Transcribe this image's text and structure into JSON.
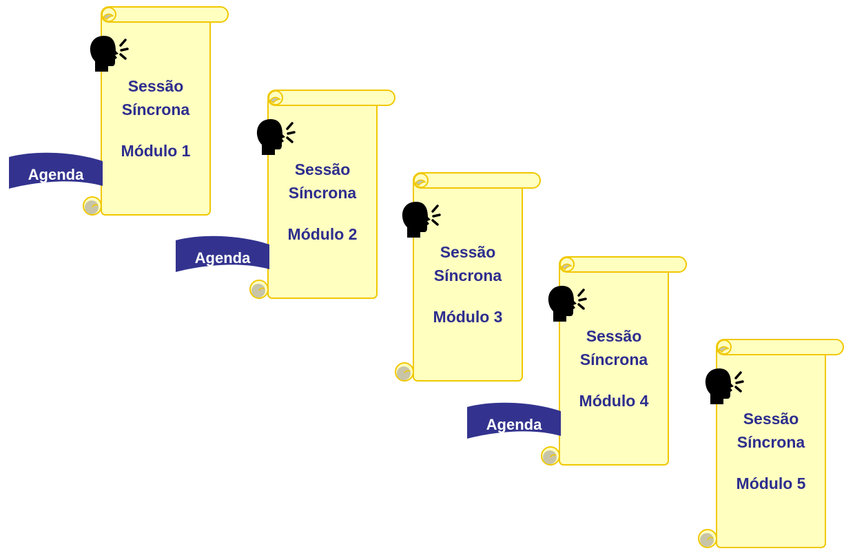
{
  "colors": {
    "parchment": "#ffffc0",
    "border": "#f0c800",
    "curl": "#c8c4a8",
    "text": "#2e2e8f",
    "banner": "#33338f",
    "banner_text": "#ffffff",
    "icon": "#000000"
  },
  "modules": [
    {
      "title_line1": "Sessão",
      "title_line2": "Síncrona",
      "module_label": "Módulo 1",
      "icon": "speaking-head-icon",
      "has_agenda": true,
      "agenda_label": "Agenda"
    },
    {
      "title_line1": "Sessão",
      "title_line2": "Síncrona",
      "module_label": "Módulo 2",
      "icon": "speaking-head-icon",
      "has_agenda": true,
      "agenda_label": "Agenda"
    },
    {
      "title_line1": "Sessão",
      "title_line2": "Síncrona",
      "module_label": "Módulo 3",
      "icon": "speaking-head-icon",
      "has_agenda": false
    },
    {
      "title_line1": "Sessão",
      "title_line2": "Síncrona",
      "module_label": "Módulo 4",
      "icon": "speaking-head-icon",
      "has_agenda": true,
      "agenda_label": "Agenda"
    },
    {
      "title_line1": "Sessão",
      "title_line2": "Síncrona",
      "module_label": "Módulo 5",
      "icon": "speaking-head-icon",
      "has_agenda": false
    }
  ]
}
